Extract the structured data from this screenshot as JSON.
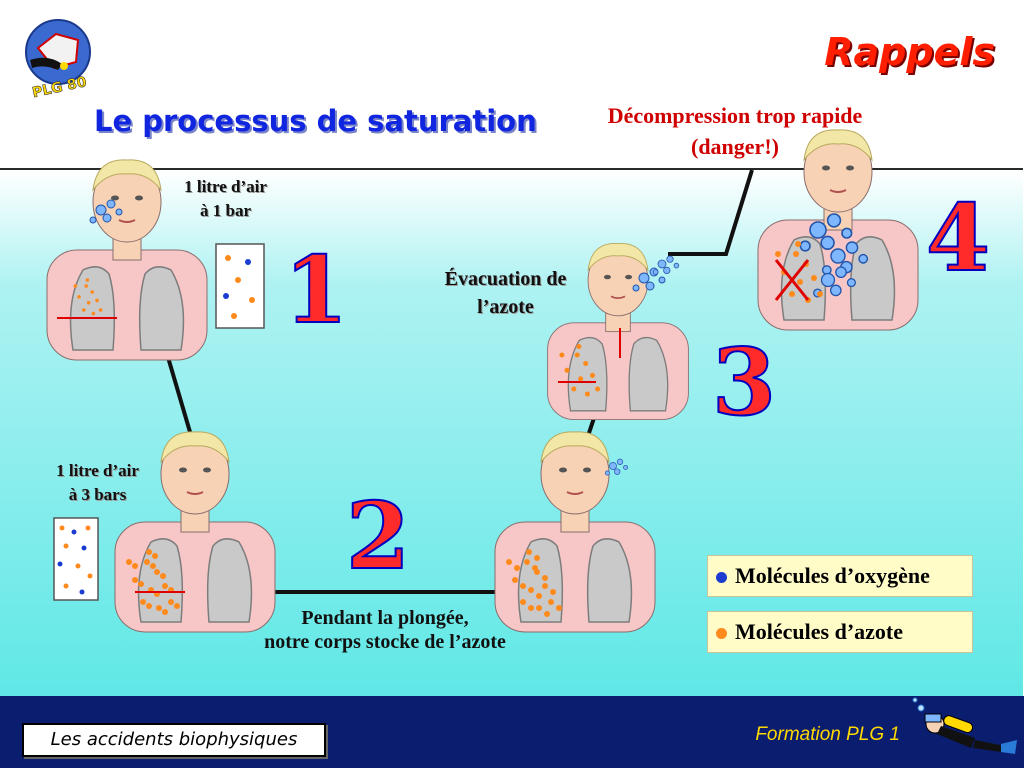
{
  "header": {
    "title": "Rappels",
    "subtitle": "Le processus de saturation",
    "logo_text": "PLG 80"
  },
  "labels": {
    "step1_line1": "1 litre d’air",
    "step1_line2": "à 1 bar",
    "step2_line1": "1 litre d’air",
    "step2_line2": "à 3 bars",
    "evacuation_line1": "Évacuation de",
    "evacuation_line2": "l’azote",
    "dive_line1": "Pendant la plongée,",
    "dive_line2": "notre corps stocke de l’azote",
    "danger_line1": "Décompression trop rapide",
    "danger_line2": "(danger!)"
  },
  "steps": [
    "1",
    "2",
    "3",
    "4"
  ],
  "legend": {
    "oxygen": {
      "label": "Molécules d’oxygène",
      "color": "#1a3ccf"
    },
    "nitrogen": {
      "label": "Molécules d’azote",
      "color": "#ff8a1c"
    }
  },
  "footer": {
    "left": "Les accidents biophysiques",
    "right": "Formation PLG 1"
  },
  "colors": {
    "title": "#ff1f00",
    "subtitle": "#1025e0",
    "danger": "#d00000",
    "panel": "#5fe8e6",
    "footer_bar": "#0b1d6e",
    "footer_text": "#ffd900"
  }
}
